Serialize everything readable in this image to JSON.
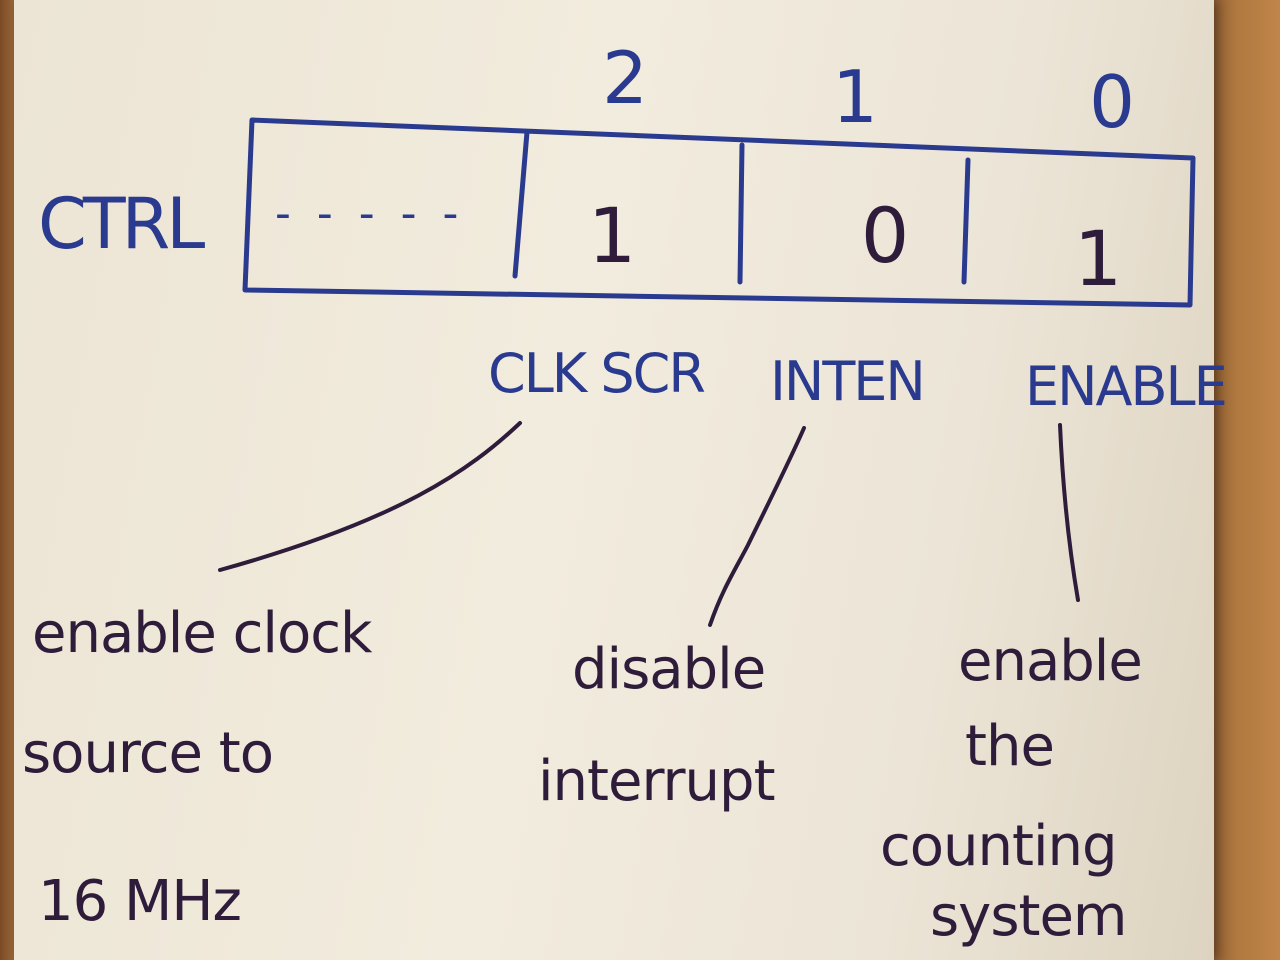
{
  "register": {
    "name": "CTRL",
    "reserved": "- - - - -",
    "bits": [
      {
        "index": "2",
        "value": "1",
        "field": "CLK SCR"
      },
      {
        "index": "1",
        "value": "0",
        "field": "INTEN"
      },
      {
        "index": "0",
        "value": "1",
        "field": "ENABLE"
      }
    ]
  },
  "descriptions": {
    "clk_scr": [
      "enable clock",
      "source to",
      "16 MHz"
    ],
    "inten": [
      "disable",
      "interrupt"
    ],
    "enable": [
      "enable",
      "the",
      "counting",
      "system"
    ]
  },
  "colors": {
    "blue_ink": "#2a3a8e",
    "dark_ink": "#2e1c3a",
    "paper": "#efe8d9"
  }
}
